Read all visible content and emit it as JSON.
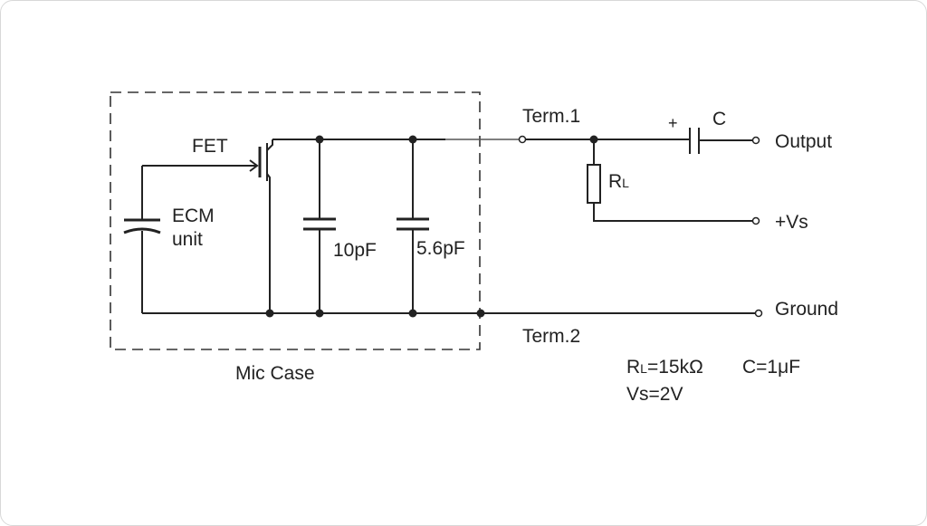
{
  "diagram": {
    "labels": {
      "fet": "FET",
      "ecm_line1": "ECM",
      "ecm_line2": "unit",
      "cap1": "10pF",
      "cap2": "5.6pF",
      "mic_case": "Mic Case",
      "term1": "Term.1",
      "term2": "Term.2",
      "plus": "+",
      "c": "C",
      "rl_main": "R",
      "rl_sub": "L",
      "output": "Output",
      "vs_terminal": "+Vs",
      "ground": "Ground"
    },
    "specs": {
      "rl_main": "R",
      "rl_sub": "L",
      "rl_value": "=15kΩ",
      "c_value": "C=1μF",
      "vs_value": "Vs=2V"
    }
  }
}
